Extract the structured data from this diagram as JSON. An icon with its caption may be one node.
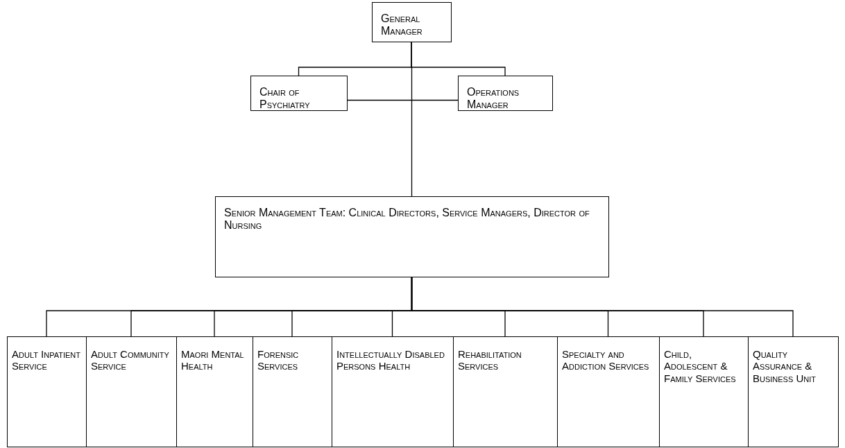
{
  "diagram": {
    "nodes": [
      {
        "text": [
          "General Manager"
        ]
      },
      {
        "text": [
          "Chair of Psychiatry"
        ]
      },
      {
        "text": [
          "Operations Manager"
        ]
      },
      {
        "text": [
          "Senior Management Team: Clinical Directors, Service Managers, Director of Nursing"
        ]
      },
      {
        "text": [
          "Adult Inpatient Service"
        ]
      },
      {
        "text": [
          "Adult Community Service"
        ]
      },
      {
        "text": [
          "Maori Mental Health"
        ]
      },
      {
        "text": [
          "Forensic Services"
        ]
      },
      {
        "text": [
          "Intellectually Disabled Persons Health"
        ]
      },
      {
        "text": [
          "Rehabilitation Services"
        ]
      },
      {
        "text": [
          "Specialty and Addiction Services"
        ]
      },
      {
        "text": [
          "Child, Adolescent & Family Services"
        ]
      },
      {
        "text": [
          "Quality Assurance & Business Unit"
        ]
      }
    ],
    "edges": [
      {
        "from": 0,
        "to": 1,
        "arrow": "none"
      },
      {
        "from": 0,
        "to": 2,
        "arrow": "none"
      },
      {
        "from": 1,
        "to": 2,
        "arrow": "none"
      },
      {
        "from": 0,
        "to": 3,
        "arrow": "none"
      },
      {
        "from": 3,
        "to": 4,
        "arrow": "none"
      },
      {
        "from": 3,
        "to": 5,
        "arrow": "none"
      },
      {
        "from": 3,
        "to": 6,
        "arrow": "none"
      },
      {
        "from": 3,
        "to": 7,
        "arrow": "none"
      },
      {
        "from": 3,
        "to": 8,
        "arrow": "none"
      },
      {
        "from": 3,
        "to": 9,
        "arrow": "none"
      },
      {
        "from": 3,
        "to": 10,
        "arrow": "none"
      },
      {
        "from": 3,
        "to": 11,
        "arrow": "none"
      },
      {
        "from": 3,
        "to": 12,
        "arrow": "none"
      }
    ]
  }
}
